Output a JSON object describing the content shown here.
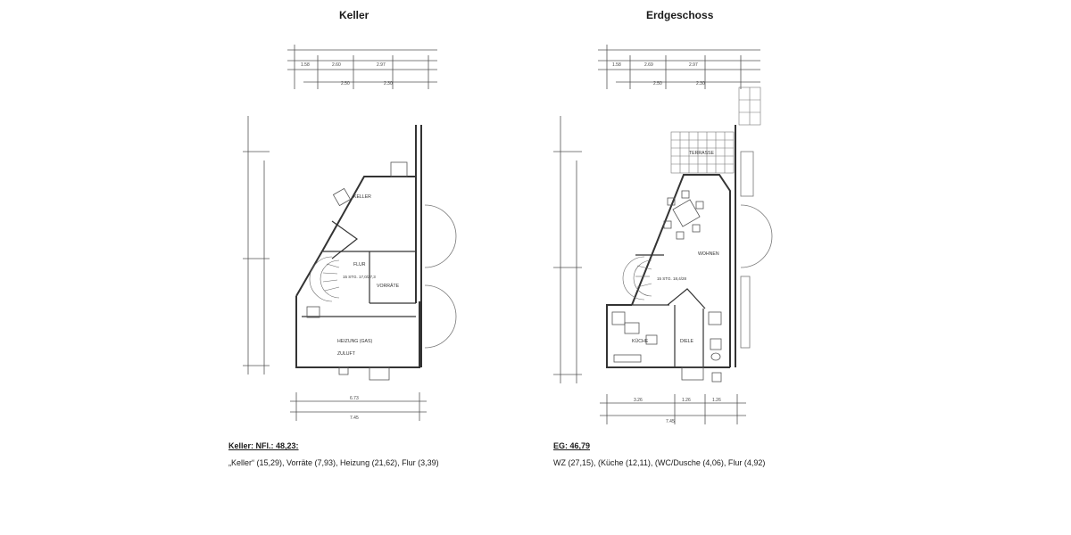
{
  "keller": {
    "title": "Keller",
    "summary_head": "Keller: NFl.: 48,23:",
    "summary_text": "„Keller“ (15,29), Vorräte (7,93), Heizung (21,62), Flur (3,39)",
    "rooms": {
      "keller": "KELLER",
      "flur": "FLUR",
      "vorraete": "VORRÄTE",
      "heizung": "HEIZUNG (GAS)",
      "zuluft": "ZULUFT",
      "stair": "15 STG. 17,0/27,3"
    },
    "dims_top": [
      "1.58",
      "2.60",
      "2.97"
    ],
    "dims_top2": [
      "2.50",
      "2.30"
    ],
    "dims_bottom": [
      "6.73",
      "7.45"
    ]
  },
  "erdgeschoss": {
    "title": "Erdgeschoss",
    "summary_head": "EG: 46,79",
    "summary_text": "WZ (27,15), (Küche (12,11), (WC/Dusche (4,06), Flur (4,92)",
    "rooms": {
      "terrasse": "TERRASSE",
      "wohnen": "WOHNEN",
      "kueche": "KÜCHE",
      "diele": "DIELE",
      "stair": "15 STG. 18,4/28"
    },
    "dims_top": [
      "1.58",
      "2.69",
      "2.97"
    ],
    "dims_top2": [
      "2.50",
      "2.30"
    ],
    "dims_bottom": [
      "3.26",
      "1.26",
      "1.26",
      "7.45"
    ]
  }
}
